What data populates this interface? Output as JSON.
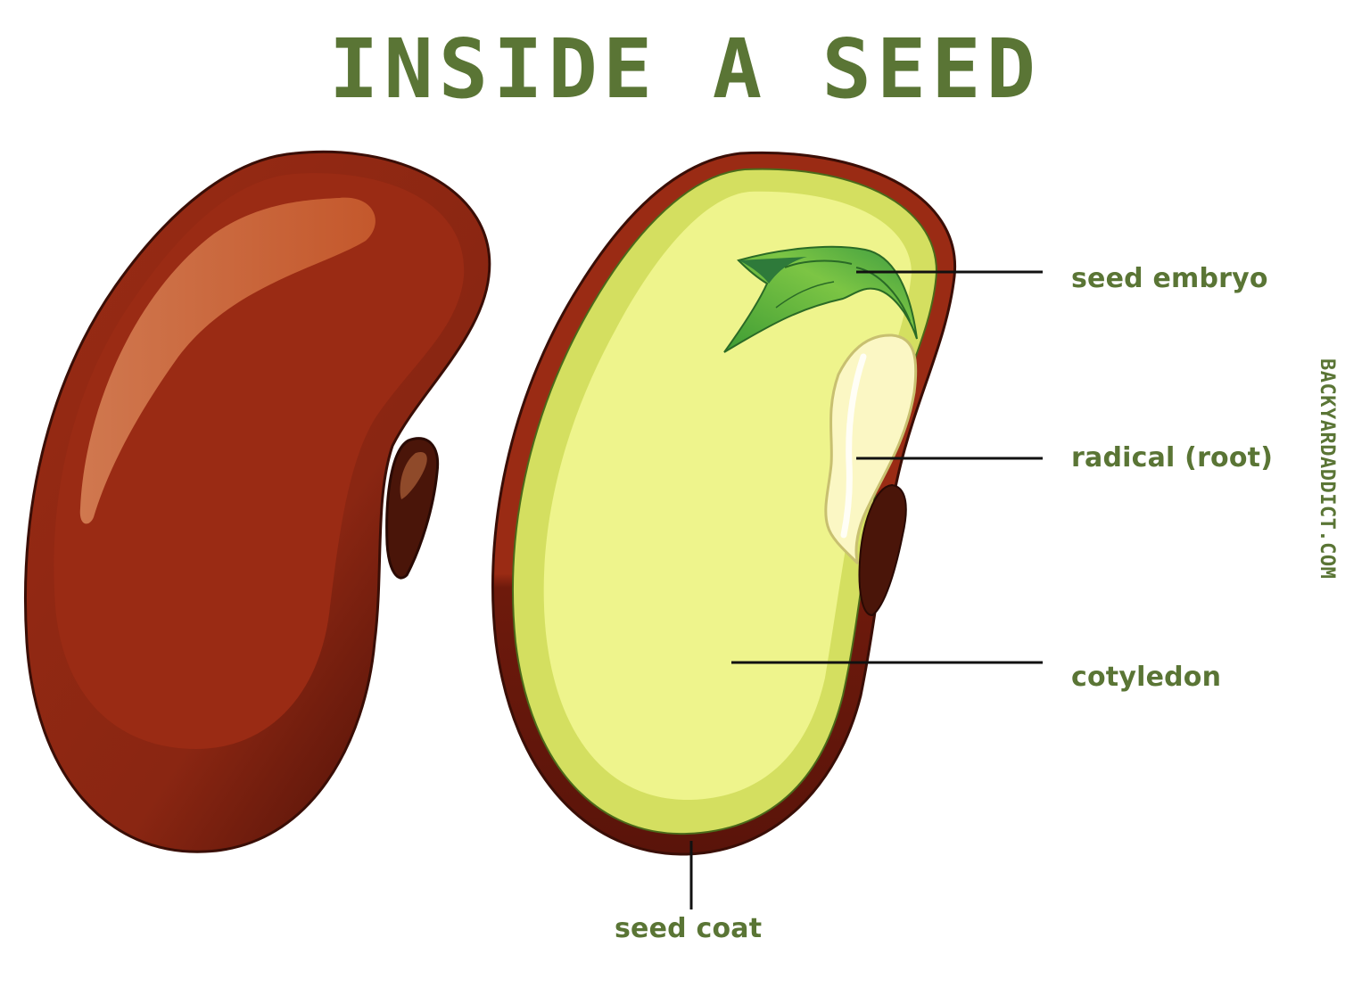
{
  "title": "INSIDE A SEED",
  "colors": {
    "accent": "#5a7535",
    "seed_coat": "#9a2b14",
    "seed_coat_dark": "#5e140a",
    "seed_highlight": "#c65a30",
    "hilum": "#4a1509",
    "cotyledon_outer": "#d4df60",
    "cotyledon_inner": "#eef48c",
    "leaf_light": "#6cbd3c",
    "leaf_dark": "#2e8a3a",
    "radicle": "#fbf7c4",
    "leader_line": "#111111"
  },
  "illustrations": {
    "whole_seed": "whole-bean-seed",
    "cross_section": "bean-seed-cross-section"
  },
  "labels": {
    "seed_embryo": "seed embryo",
    "radical": "radical (root)",
    "cotyledon": "cotyledon",
    "seed_coat": "seed coat"
  },
  "watermark": "BACKYARDADDICT.COM"
}
